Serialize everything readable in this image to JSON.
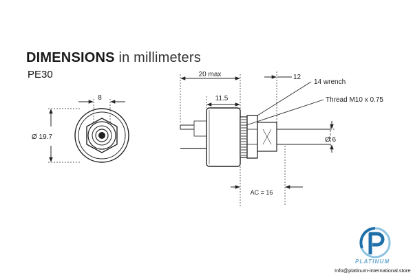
{
  "header": {
    "title_bold": "DIMENSIONS",
    "title_rest": " in millimeters",
    "model": "PE30"
  },
  "front_view": {
    "nut_width": "8",
    "diameter": "Ø 19.7"
  },
  "side_view": {
    "overall_length": "20 max",
    "body_length": "11.5",
    "bushing_length": "12",
    "nut_label": "14 wrench",
    "thread_label": "Thread M10 x 0.75",
    "shaft_diameter": "Ø 6",
    "shaft_length": "AC = 16"
  },
  "footer": {
    "brand": "PLATINUM",
    "email": "Info@platinum-international.store"
  },
  "colors": {
    "line": "#222222",
    "logo_blue": "#1f6fa8",
    "logo_light": "#8fc3e3"
  }
}
